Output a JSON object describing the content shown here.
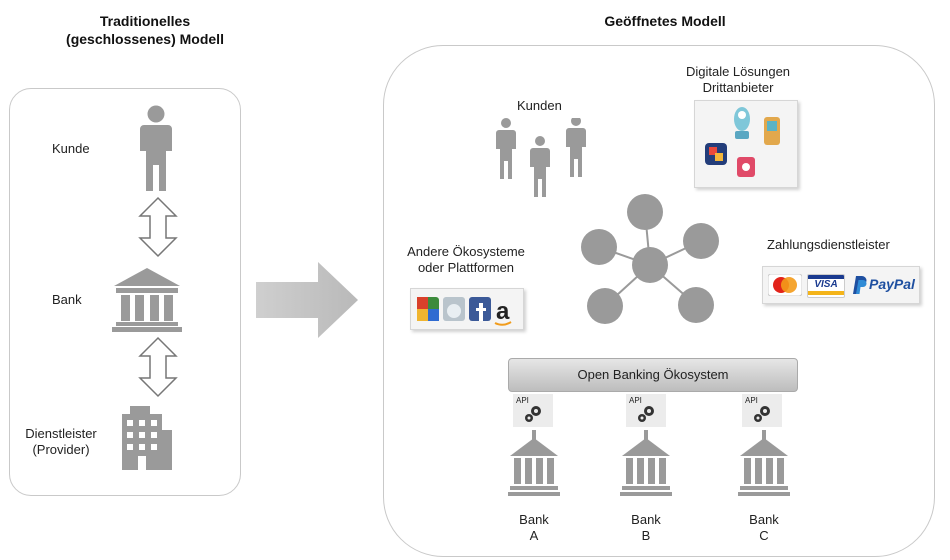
{
  "left": {
    "title_line1": "Traditionelles",
    "title_line2": "(geschlossenes) Modell",
    "labels": {
      "customer": "Kunde",
      "bank": "Bank",
      "provider_line1": "Dienstleister",
      "provider_line2": "(Provider)"
    }
  },
  "right": {
    "title": "Geöffnetes Modell",
    "customers": "Kunden",
    "digital_line1": "Digitale Lösungen",
    "digital_line2": "Drittanbieter",
    "ecosystems_line1": "Andere Ökosysteme",
    "ecosystems_line2": "oder Plattformen",
    "payment": "Zahlungsdienstleister",
    "paypal": "PayPal",
    "visa": "VISA",
    "mastercard": "MasterCard",
    "ecosystem_bar": "Open Banking Ökosystem",
    "api": "API",
    "banks": [
      {
        "name": "Bank",
        "letter": "A"
      },
      {
        "name": "Bank",
        "letter": "B"
      },
      {
        "name": "Bank",
        "letter": "C"
      }
    ]
  },
  "colors": {
    "icon_gray": "#9a9a9a",
    "panel_border": "#c9c9c9",
    "paypal_blue": "#1e4fa0",
    "mastercard_red": "#e2231a",
    "mastercard_orange": "#f49b1a"
  }
}
